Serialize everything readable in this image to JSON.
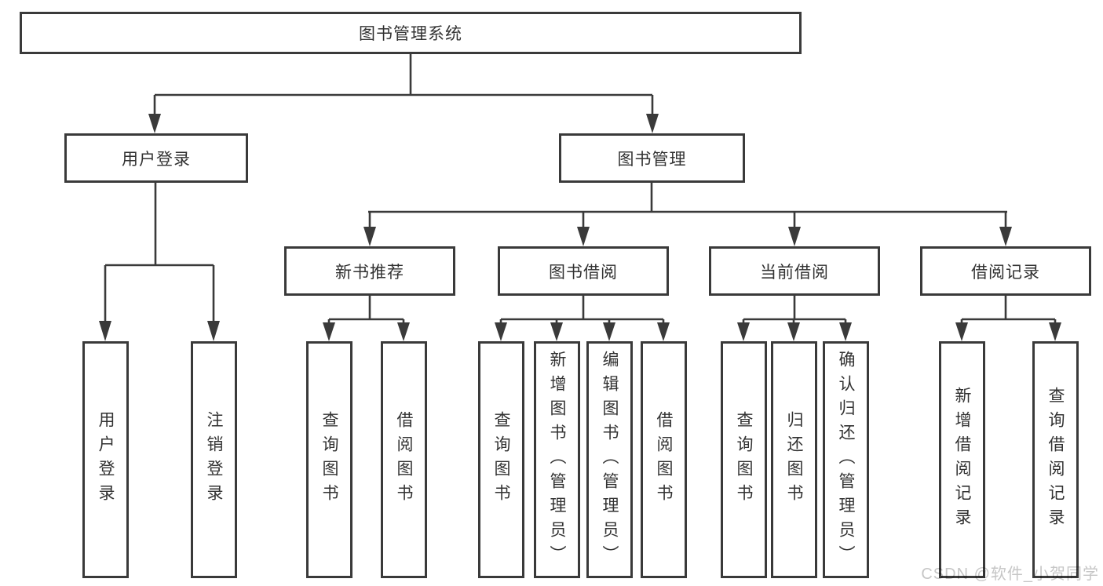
{
  "diagram": {
    "title": "图书管理系统",
    "user_branch": {
      "label": "用户登录",
      "leaves": [
        "用户登录",
        "注销登录"
      ]
    },
    "book_branch": {
      "label": "图书管理",
      "groups": [
        {
          "label": "新书推荐",
          "leaves": [
            "查询图书",
            "借阅图书"
          ]
        },
        {
          "label": "图书借阅",
          "leaves": [
            "查询图书",
            "新增图书（管理员）",
            "编辑图书（管理员）",
            "借阅图书"
          ]
        },
        {
          "label": "当前借阅",
          "leaves": [
            "查询图书",
            "归还图书",
            "确认归还（管理员）"
          ]
        },
        {
          "label": "借阅记录",
          "leaves": [
            "新增借阅记录",
            "查询借阅记录"
          ]
        }
      ]
    }
  },
  "watermark": "CSDN @软件_小贺同学",
  "colors": {
    "line": "#3a3a3a",
    "text": "#323232",
    "watermark": "#c6c6c6",
    "background": "#ffffff"
  }
}
